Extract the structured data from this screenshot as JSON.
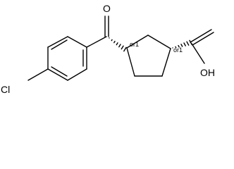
{
  "molecule": {
    "atoms": {
      "carbonyl_oxygen": "O",
      "chlorine": "Cl",
      "hydroxyl": "OH"
    },
    "stereo_descriptors": {
      "ring_carbon_ketone": "or1",
      "ring_carbon_acid": "or1"
    }
  }
}
